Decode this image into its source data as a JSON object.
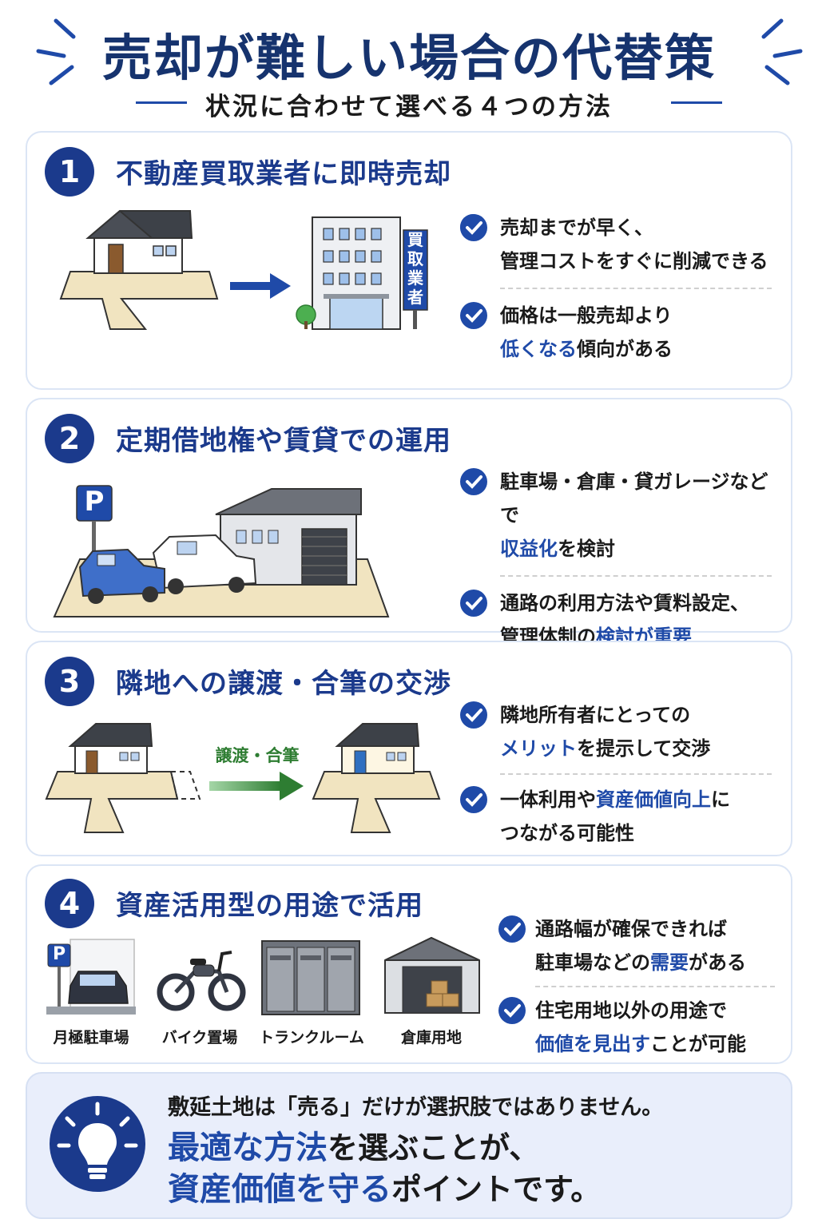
{
  "title": "売却が難しい場合の代替策",
  "subtitle": "状況に合わせて選べる４つの方法",
  "colors": {
    "navy": "#1b3a8c",
    "accent": "#1f4aa8",
    "green": "#2e7d32",
    "ground": "#f1e4c0"
  },
  "sections": [
    {
      "number": "1",
      "heading": "不動産買取業者に即時売却",
      "sign": [
        "買",
        "取",
        "業",
        "者"
      ],
      "points": [
        [
          {
            "t": "売却までが早く、"
          },
          {
            "t": "管理コストをすぐに削減できる"
          }
        ],
        [
          {
            "t": "価格は一般売却より"
          },
          {
            "hl": "低くなる",
            "t": "傾向がある"
          }
        ]
      ]
    },
    {
      "number": "2",
      "heading": "定期借地権や賃貸での運用",
      "sign": "P",
      "points": [
        [
          {
            "t": "駐車場・倉庫・貸ガレージなどで"
          },
          {
            "hl": "収益化",
            "t": "を検討"
          }
        ],
        [
          {
            "t": "通路の利用方法や賃料設定、"
          },
          {
            "pre": "管理体制の",
            "hl": "検討が重要"
          }
        ]
      ]
    },
    {
      "number": "3",
      "heading": "隣地への譲渡・合筆の交渉",
      "arrow_label": "譲渡・合筆",
      "points": [
        [
          {
            "t": "隣地所有者にとっての"
          },
          {
            "hl": "メリット",
            "t": "を提示して交渉"
          }
        ],
        [
          {
            "pre": "一体利用や",
            "hl": "資産価値向上",
            "t": "に"
          },
          {
            "t": "つながる可能性"
          }
        ]
      ]
    },
    {
      "number": "4",
      "heading": "資産活用型の用途で活用",
      "sign": "P",
      "uses": [
        "月極駐車場",
        "バイク置場",
        "トランクルーム",
        "倉庫用地"
      ],
      "points": [
        [
          {
            "t": "通路幅が確保できれば"
          },
          {
            "pre": "駐車場などの",
            "hl": "需要",
            "t": "がある"
          }
        ],
        [
          {
            "t": "住宅用地以外の用途で"
          },
          {
            "hl": "価値を見出す",
            "t": "ことが可能"
          }
        ]
      ]
    }
  ],
  "summary": {
    "line1": "敷延土地は「売る」だけが選択肢ではありません。",
    "line2_hl": "最適な方法",
    "line2_t": "を選ぶことが、",
    "line3_hl": "資産価値を守る",
    "line3_t": "ポイントです。"
  }
}
